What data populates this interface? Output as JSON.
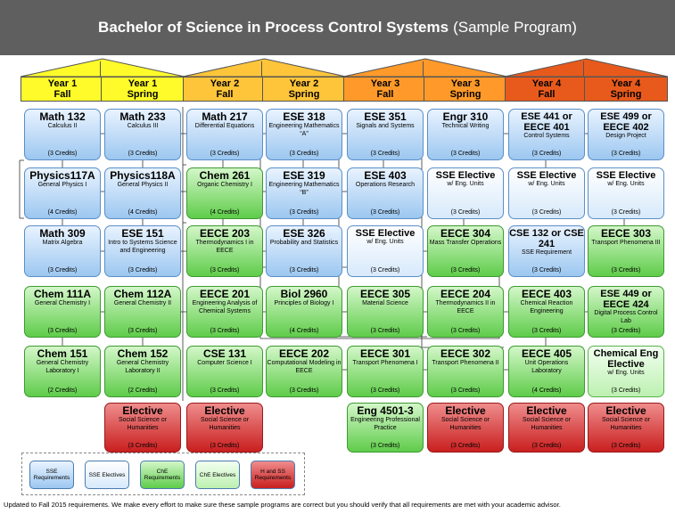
{
  "title": {
    "main": "Bachelor of Science in Process Control Systems",
    "sub": "(Sample Program)"
  },
  "colors": {
    "sse_req": "#9cc7f0",
    "sse_elective": "#d7e9fb",
    "che_req": "#5fcc4a",
    "che_elective": "#bdf0b0",
    "hss": "#c91f1f"
  },
  "headers": [
    {
      "year": "Year 1",
      "term": "Fall",
      "color": "#fffb2a"
    },
    {
      "year": "Year 1",
      "term": "Spring",
      "color": "#fffb2a"
    },
    {
      "year": "Year 2",
      "term": "Fall",
      "color": "#ffc53a"
    },
    {
      "year": "Year 2",
      "term": "Spring",
      "color": "#ffc53a"
    },
    {
      "year": "Year 3",
      "term": "Fall",
      "color": "#ff9a2a"
    },
    {
      "year": "Year 3",
      "term": "Spring",
      "color": "#ff9a2a"
    },
    {
      "year": "Year 4",
      "term": "Fall",
      "color": "#e85a1c"
    },
    {
      "year": "Year 4",
      "term": "Spring",
      "color": "#e85a1c"
    }
  ],
  "courses": [
    {
      "col": 0,
      "row": 0,
      "type": "sse-req",
      "code": "Math 132",
      "name": "Calculus II",
      "credits": "(3 Credits)"
    },
    {
      "col": 0,
      "row": 1,
      "type": "sse-req",
      "code": "Physics117A",
      "name": "General Physics I",
      "credits": "(4 Credits)"
    },
    {
      "col": 0,
      "row": 2,
      "type": "sse-req",
      "code": "Math 309",
      "name": "Matrix Algebra",
      "credits": "(3 Credits)"
    },
    {
      "col": 0,
      "row": 3,
      "type": "che-req",
      "code": "Chem 111A",
      "name": "General Chemistry I",
      "credits": "(3 Credits)"
    },
    {
      "col": 0,
      "row": 4,
      "type": "che-req",
      "code": "Chem 151",
      "name": "General Chemistry Laboratory I",
      "credits": "(2 Credits)"
    },
    {
      "col": 1,
      "row": 0,
      "type": "sse-req",
      "code": "Math 233",
      "name": "Calculus III",
      "credits": "(3 Credits)"
    },
    {
      "col": 1,
      "row": 1,
      "type": "sse-req",
      "code": "Physics118A",
      "name": "General Physics II",
      "credits": "(4 Credits)"
    },
    {
      "col": 1,
      "row": 2,
      "type": "sse-req",
      "code": "ESE 151",
      "name": "Intro to Systems Science and Engineering",
      "credits": "(3 Credits)"
    },
    {
      "col": 1,
      "row": 3,
      "type": "che-req",
      "code": "Chem 112A",
      "name": "General Chemistry II",
      "credits": "(3 Credits)"
    },
    {
      "col": 1,
      "row": 4,
      "type": "che-req",
      "code": "Chem 152",
      "name": "General Chemistry Laboratory II",
      "credits": "(2 Credits)"
    },
    {
      "col": 1,
      "row": 5,
      "type": "hss",
      "code": "Elective",
      "name": "Social Science or Humanities",
      "credits": "(3 Credits)"
    },
    {
      "col": 2,
      "row": 0,
      "type": "sse-req",
      "code": "Math 217",
      "name": "Differential Equations",
      "credits": "(3 Credits)"
    },
    {
      "col": 2,
      "row": 1,
      "type": "che-req",
      "code": "Chem 261",
      "name": "Organic Chemistry I",
      "credits": "(4 Credits)"
    },
    {
      "col": 2,
      "row": 2,
      "type": "che-req",
      "code": "EECE 203",
      "name": "Thermodynamics I in EECE",
      "credits": "(3 Credits)"
    },
    {
      "col": 2,
      "row": 3,
      "type": "che-req",
      "code": "EECE 201",
      "name": "Engineering Analysis of Chemical Systems",
      "credits": "(3 Credits)"
    },
    {
      "col": 2,
      "row": 4,
      "type": "che-req",
      "code": "CSE 131",
      "name": "Computer Science I",
      "credits": "(3 Credits)"
    },
    {
      "col": 2,
      "row": 5,
      "type": "hss",
      "code": "Elective",
      "name": "Social Science or Humanities",
      "credits": "(3 Credits)"
    },
    {
      "col": 3,
      "row": 0,
      "type": "sse-req",
      "code": "ESE 318",
      "name": "Engineering Mathematics “A”",
      "credits": "(3 Credits)"
    },
    {
      "col": 3,
      "row": 1,
      "type": "sse-req",
      "code": "ESE 319",
      "name": "Engineering Mathematics “B”",
      "credits": "(3 Credits)"
    },
    {
      "col": 3,
      "row": 2,
      "type": "sse-req",
      "code": "ESE 326",
      "name": "Probability and Statistics",
      "credits": "(3 Credits)"
    },
    {
      "col": 3,
      "row": 3,
      "type": "che-req",
      "code": "Biol 2960",
      "name": "Principles of Biology I",
      "credits": "(4 Credits)"
    },
    {
      "col": 3,
      "row": 4,
      "type": "che-req",
      "code": "EECE 202",
      "name": "Computational Modeling in EECE",
      "credits": "(3 Credits)"
    },
    {
      "col": 4,
      "row": 0,
      "type": "sse-req",
      "code": "ESE 351",
      "name": "Signals and Systems",
      "credits": "(3 Credits)"
    },
    {
      "col": 4,
      "row": 1,
      "type": "sse-req",
      "code": "ESE 403",
      "name": "Operations Research",
      "credits": "(3 Credits)"
    },
    {
      "col": 4,
      "row": 2,
      "type": "sse-el",
      "code": "SSE Elective",
      "name": "w/ Eng. Units",
      "credits": "(3 Credits)"
    },
    {
      "col": 4,
      "row": 3,
      "type": "che-req",
      "code": "EECE 305",
      "name": "Material Science",
      "credits": "(3 Credits)"
    },
    {
      "col": 4,
      "row": 4,
      "type": "che-req",
      "code": "EECE 301",
      "name": "Transport Phenomena I",
      "credits": "(3 Credits)"
    },
    {
      "col": 4,
      "row": 5,
      "type": "che-req",
      "code": "Eng 4501-3",
      "name": "Engineering Professional Practice",
      "credits": "(3 Credits)"
    },
    {
      "col": 5,
      "row": 0,
      "type": "sse-req",
      "code": "Engr 310",
      "name": "Technical Writing",
      "credits": "(3 Credits)"
    },
    {
      "col": 5,
      "row": 1,
      "type": "sse-el",
      "code": "SSE Elective",
      "name": "w/ Eng. Units",
      "credits": "(3 Credits)"
    },
    {
      "col": 5,
      "row": 2,
      "type": "che-req",
      "code": "EECE 304",
      "name": "Mass Transfer Operations",
      "credits": "(3 Credits)"
    },
    {
      "col": 5,
      "row": 3,
      "type": "che-req",
      "code": "EECE 204",
      "name": "Thermodynamics II in EECE",
      "credits": "(3 Credits)"
    },
    {
      "col": 5,
      "row": 4,
      "type": "che-req",
      "code": "EECE 302",
      "name": "Transport Phenomena II",
      "credits": "(3 Credits)"
    },
    {
      "col": 5,
      "row": 5,
      "type": "hss",
      "code": "Elective",
      "name": "Social Science or Humanities",
      "credits": "(3 Credits)"
    },
    {
      "col": 6,
      "row": 0,
      "type": "sse-req",
      "code": "ESE 441 or EECE 401",
      "name": "Control Systems",
      "credits": "(3 Credits)"
    },
    {
      "col": 6,
      "row": 1,
      "type": "sse-el",
      "code": "SSE Elective",
      "name": "w/ Eng. Units",
      "credits": "(3 Credits)"
    },
    {
      "col": 6,
      "row": 2,
      "type": "sse-req",
      "code": "CSE 132 or CSE 241",
      "name": "SSE Requirement",
      "credits": "(3 Credits)"
    },
    {
      "col": 6,
      "row": 3,
      "type": "che-req",
      "code": "EECE 403",
      "name": "Chemical Reaction Engineering",
      "credits": "(3 Credits)"
    },
    {
      "col": 6,
      "row": 4,
      "type": "che-req",
      "code": "EECE 405",
      "name": "Unit Operations Laboratory",
      "credits": "(4 Credits)"
    },
    {
      "col": 6,
      "row": 5,
      "type": "hss",
      "code": "Elective",
      "name": "Social Science or Humanities",
      "credits": "(3 Credits)"
    },
    {
      "col": 7,
      "row": 0,
      "type": "sse-req",
      "code": "ESE 499 or EECE 402",
      "name": "Design Project",
      "credits": "(3 Credits)"
    },
    {
      "col": 7,
      "row": 1,
      "type": "sse-el",
      "code": "SSE Elective",
      "name": "w/ Eng. Units",
      "credits": "(3 Credits)"
    },
    {
      "col": 7,
      "row": 2,
      "type": "che-req",
      "code": "EECE 303",
      "name": "Transport Phenomena III",
      "credits": "(3 Credits)"
    },
    {
      "col": 7,
      "row": 3,
      "type": "che-req",
      "code": "ESE 449 or EECE 424",
      "name": "Digital Process Control Lab",
      "credits": "(3 Credits)"
    },
    {
      "col": 7,
      "row": 4,
      "type": "che-el",
      "code": "Chemical Eng Elective",
      "name": "w/ Eng. Units",
      "credits": "(3 Credits)"
    },
    {
      "col": 7,
      "row": 5,
      "type": "hss",
      "code": "Elective",
      "name": "Social Science or Humanities",
      "credits": "(3 Credits)"
    }
  ],
  "legend": [
    {
      "type": "sse-req",
      "label": "SSE Requirements"
    },
    {
      "type": "sse-el",
      "label": "SSE Electives"
    },
    {
      "type": "che-req",
      "label": "ChE Requirements"
    },
    {
      "type": "che-el",
      "label": "ChE Electives"
    },
    {
      "type": "hss",
      "label": "H and SS Requirements"
    }
  ],
  "footer": "Updated to Fall 2015 requirements. We make every effort to make sure these sample programs are correct but you should verify that all requirements are met with your academic advisor."
}
